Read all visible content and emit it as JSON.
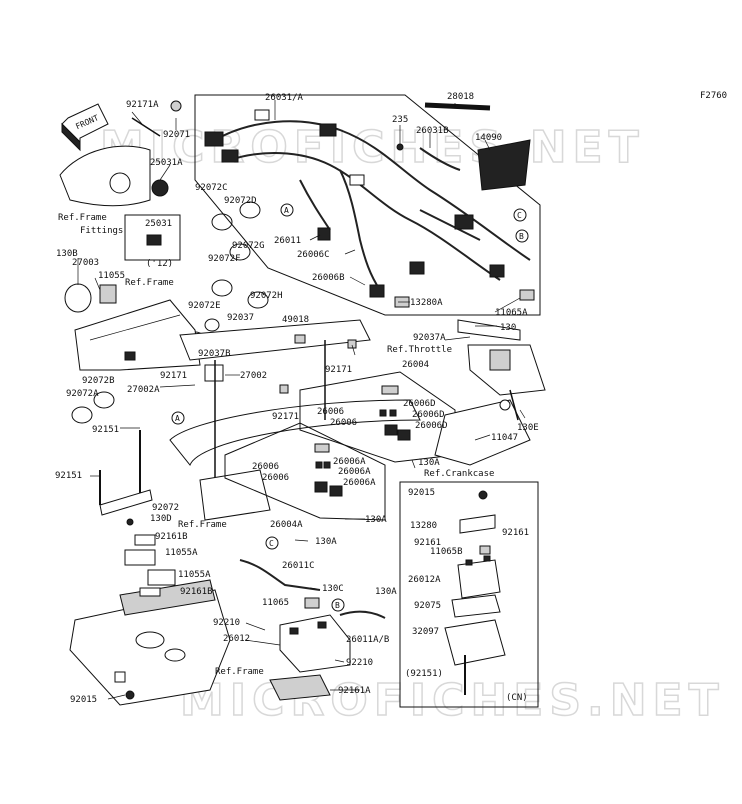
{
  "figure_code": "F2760",
  "watermark_top": "MICROFICHES.NET",
  "watermark_bottom": "MICROFICHES.NET",
  "front_arrow": "FRONT",
  "parts": [
    {
      "id": "p-92171a-top",
      "text": "92171A"
    },
    {
      "id": "p-92071",
      "text": "92071"
    },
    {
      "id": "p-25031a",
      "text": "25031A"
    },
    {
      "id": "p-ref-frame-fittings-1",
      "text": "Ref.Frame"
    },
    {
      "id": "p-ref-frame-fittings-2",
      "text": "Fittings"
    },
    {
      "id": "p-25031",
      "text": "25031"
    },
    {
      "id": "p-25031-12",
      "text": "('12)"
    },
    {
      "id": "p-26031a",
      "text": "26031/A"
    },
    {
      "id": "p-235",
      "text": "235"
    },
    {
      "id": "p-28018",
      "text": "28018"
    },
    {
      "id": "p-26031b",
      "text": "26031B"
    },
    {
      "id": "p-14090",
      "text": "14090"
    },
    {
      "id": "p-92072c",
      "text": "92072C"
    },
    {
      "id": "p-92072d",
      "text": "92072D"
    },
    {
      "id": "p-92072g",
      "text": "92072G"
    },
    {
      "id": "p-92072f",
      "text": "92072F"
    },
    {
      "id": "p-92072h",
      "text": "92072H"
    },
    {
      "id": "p-92072e",
      "text": "92072E"
    },
    {
      "id": "p-92037",
      "text": "92037"
    },
    {
      "id": "p-92037b",
      "text": "92037B"
    },
    {
      "id": "p-49018",
      "text": "49018"
    },
    {
      "id": "p-26011",
      "text": "26011"
    },
    {
      "id": "p-26006c",
      "text": "26006C"
    },
    {
      "id": "p-26006b",
      "text": "26006B"
    },
    {
      "id": "p-13280a",
      "text": "13280A"
    },
    {
      "id": "p-11065a",
      "text": "11065A"
    },
    {
      "id": "p-130-right",
      "text": "130"
    },
    {
      "id": "p-92037a",
      "text": "92037A"
    },
    {
      "id": "p-ref-throttle",
      "text": "Ref.Throttle"
    },
    {
      "id": "p-130b",
      "text": "130B"
    },
    {
      "id": "p-27003",
      "text": "27003"
    },
    {
      "id": "p-11055",
      "text": "11055"
    },
    {
      "id": "p-ref-frame-1",
      "text": "Ref.Frame"
    },
    {
      "id": "p-92072b",
      "text": "92072B"
    },
    {
      "id": "p-92072a",
      "text": "92072A"
    },
    {
      "id": "p-27002a",
      "text": "27002A"
    },
    {
      "id": "p-92171-left",
      "text": "92171"
    },
    {
      "id": "p-27002",
      "text": "27002"
    },
    {
      "id": "p-92171-mid",
      "text": "92171"
    },
    {
      "id": "p-92171-ctr",
      "text": "92171"
    },
    {
      "id": "p-26004",
      "text": "26004"
    },
    {
      "id": "p-26006-r1",
      "text": "26006"
    },
    {
      "id": "p-26006-r2",
      "text": "26006"
    },
    {
      "id": "p-26006d-1",
      "text": "26006D"
    },
    {
      "id": "p-26006d-2",
      "text": "26006D"
    },
    {
      "id": "p-26006d-3",
      "text": "26006D"
    },
    {
      "id": "p-11047",
      "text": "11047"
    },
    {
      "id": "p-130e",
      "text": "130E"
    },
    {
      "id": "p-130a-crank",
      "text": "130A"
    },
    {
      "id": "p-ref-crankcase",
      "text": "Ref.Crankcase"
    },
    {
      "id": "p-92151-top",
      "text": "92151"
    },
    {
      "id": "p-92151-left",
      "text": "92151"
    },
    {
      "id": "p-26006-l1",
      "text": "26006"
    },
    {
      "id": "p-26006-l2",
      "text": "26006"
    },
    {
      "id": "p-26006a-1",
      "text": "26006A"
    },
    {
      "id": "p-26006a-2",
      "text": "26006A"
    },
    {
      "id": "p-26006a-3",
      "text": "26006A"
    },
    {
      "id": "p-92072",
      "text": "92072"
    },
    {
      "id": "p-130d",
      "text": "130D"
    },
    {
      "id": "p-ref-frame-2",
      "text": "Ref.Frame"
    },
    {
      "id": "p-26004a",
      "text": "26004A"
    },
    {
      "id": "p-130a-a",
      "text": "130A"
    },
    {
      "id": "p-92161b-1",
      "text": "92161B"
    },
    {
      "id": "p-11055a-1",
      "text": "11055A"
    },
    {
      "id": "p-11055a-2",
      "text": "11055A"
    },
    {
      "id": "p-92161b-2",
      "text": "92161B"
    },
    {
      "id": "p-130a-b",
      "text": "130A"
    },
    {
      "id": "p-26011c",
      "text": "26011C"
    },
    {
      "id": "p-130c",
      "text": "130C"
    },
    {
      "id": "p-130a-c",
      "text": "130A"
    },
    {
      "id": "p-11065",
      "text": "11065"
    },
    {
      "id": "p-92210-1",
      "text": "92210"
    },
    {
      "id": "p-26012",
      "text": "26012"
    },
    {
      "id": "p-26011ab",
      "text": "26011A/B"
    },
    {
      "id": "p-92210-2",
      "text": "92210"
    },
    {
      "id": "p-ref-frame-3",
      "text": "Ref.Frame"
    },
    {
      "id": "p-92161a",
      "text": "92161A"
    },
    {
      "id": "p-92015-left",
      "text": "92015"
    },
    {
      "id": "p-92015-cn",
      "text": "92015"
    },
    {
      "id": "p-13280",
      "text": "13280"
    },
    {
      "id": "p-92161-1",
      "text": "92161"
    },
    {
      "id": "p-92161-2",
      "text": "92161"
    },
    {
      "id": "p-11065b",
      "text": "11065B"
    },
    {
      "id": "p-26012a",
      "text": "26012A"
    },
    {
      "id": "p-92075",
      "text": "92075"
    },
    {
      "id": "p-32097",
      "text": "32097"
    },
    {
      "id": "p-92151-cn",
      "text": "(92151)"
    },
    {
      "id": "p-cn",
      "text": "(CN)"
    }
  ],
  "callouts": {
    "a1": "A",
    "a2": "A",
    "b1": "B",
    "b2": "B",
    "c1": "C",
    "c2": "C"
  }
}
